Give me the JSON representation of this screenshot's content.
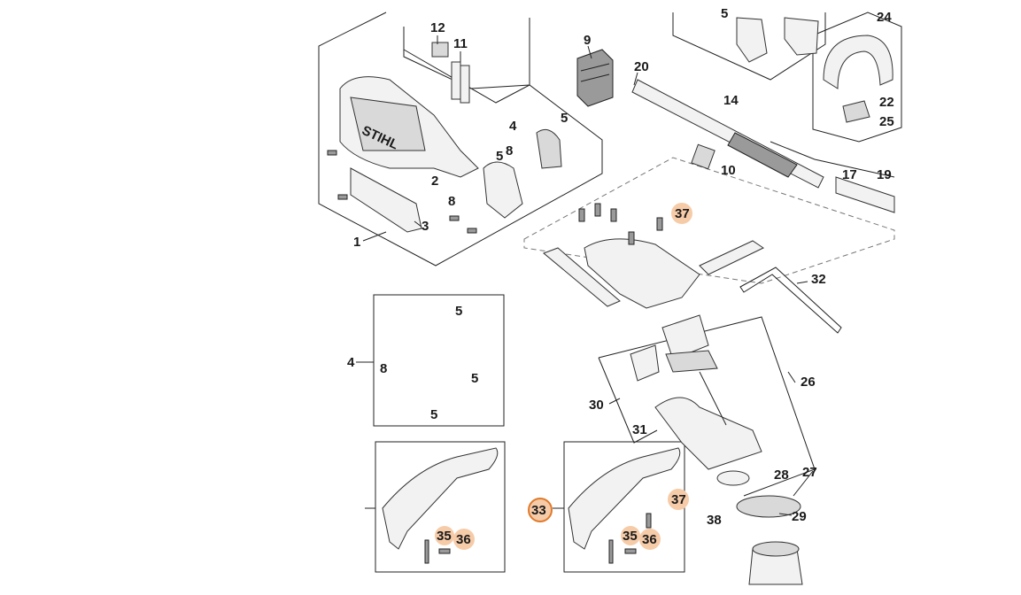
{
  "diagram": {
    "callouts": [
      {
        "id": "c12",
        "label": "12",
        "highlight": false
      },
      {
        "id": "c11",
        "label": "11",
        "highlight": false
      },
      {
        "id": "c9",
        "label": "9",
        "highlight": false
      },
      {
        "id": "c20",
        "label": "20",
        "highlight": false
      },
      {
        "id": "c5top",
        "label": "5",
        "highlight": false
      },
      {
        "id": "c24",
        "label": "24",
        "highlight": false
      },
      {
        "id": "c14",
        "label": "14",
        "highlight": false
      },
      {
        "id": "c22",
        "label": "22",
        "highlight": false
      },
      {
        "id": "c25",
        "label": "25",
        "highlight": false
      },
      {
        "id": "c4a",
        "label": "4",
        "highlight": false
      },
      {
        "id": "c5a",
        "label": "5",
        "highlight": false
      },
      {
        "id": "c8a",
        "label": "8",
        "highlight": false
      },
      {
        "id": "c5b",
        "label": "5",
        "highlight": false
      },
      {
        "id": "c2",
        "label": "2",
        "highlight": false
      },
      {
        "id": "c10",
        "label": "10",
        "highlight": false
      },
      {
        "id": "c17",
        "label": "17",
        "highlight": false
      },
      {
        "id": "c19",
        "label": "19",
        "highlight": false
      },
      {
        "id": "c8b",
        "label": "8",
        "highlight": false
      },
      {
        "id": "c3",
        "label": "3",
        "highlight": false
      },
      {
        "id": "c37a",
        "label": "37",
        "highlight": true
      },
      {
        "id": "c1",
        "label": "1",
        "highlight": false
      },
      {
        "id": "c32",
        "label": "32",
        "highlight": false
      },
      {
        "id": "c5c",
        "label": "5",
        "highlight": false
      },
      {
        "id": "c4b",
        "label": "4",
        "highlight": false
      },
      {
        "id": "c8c",
        "label": "8",
        "highlight": false
      },
      {
        "id": "c5d",
        "label": "5",
        "highlight": false
      },
      {
        "id": "c5e",
        "label": "5",
        "highlight": false
      },
      {
        "id": "c26",
        "label": "26",
        "highlight": false
      },
      {
        "id": "c30",
        "label": "30",
        "highlight": false
      },
      {
        "id": "c31",
        "label": "31",
        "highlight": false
      },
      {
        "id": "c28",
        "label": "28",
        "highlight": false
      },
      {
        "id": "c27",
        "label": "27",
        "highlight": false
      },
      {
        "id": "c33",
        "label": "33",
        "highlight": true
      },
      {
        "id": "c37b",
        "label": "37",
        "highlight": true
      },
      {
        "id": "c38",
        "label": "38",
        "highlight": false
      },
      {
        "id": "c29",
        "label": "29",
        "highlight": false
      },
      {
        "id": "c35a",
        "label": "35",
        "highlight": true
      },
      {
        "id": "c36a",
        "label": "36",
        "highlight": true
      },
      {
        "id": "c35b",
        "label": "35",
        "highlight": true
      },
      {
        "id": "c36b",
        "label": "36",
        "highlight": true
      }
    ],
    "brand_text": "STIHL",
    "colors": {
      "highlight_fill": "#f6cba8",
      "highlight_ring": "#e07a2a",
      "line": "#222222",
      "part": "#d9d9d9"
    }
  }
}
